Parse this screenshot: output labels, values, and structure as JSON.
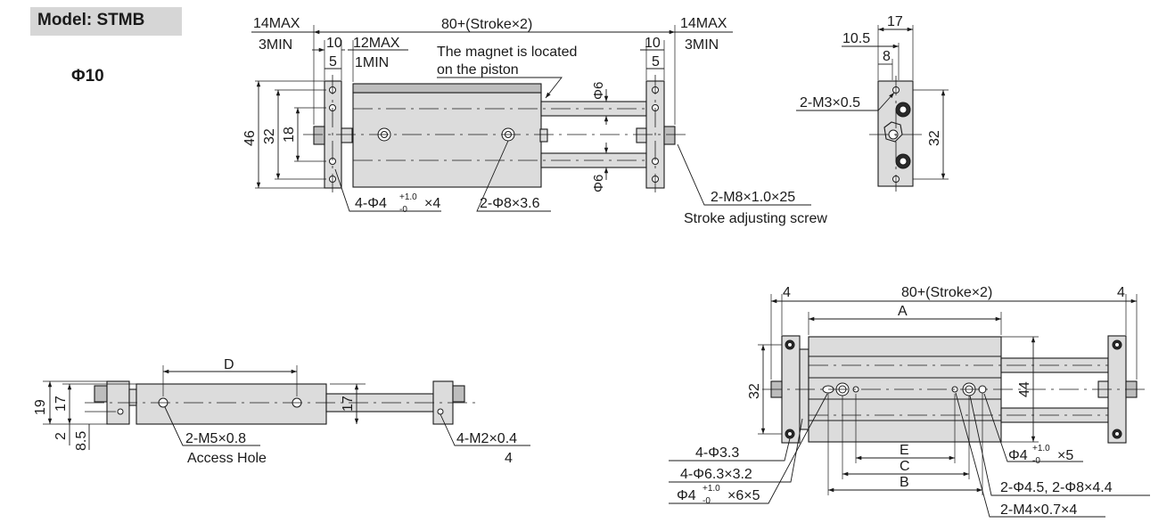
{
  "header": {
    "model_label": "Model: STMB",
    "size_label": "Φ10"
  },
  "top_view": {
    "dim_14max_left": "14MAX",
    "dim_3min_left": "3MIN",
    "dim_10_left": "10",
    "dim_5_left": "5",
    "dim_12max": "12MAX",
    "dim_1min": "1MIN",
    "dim_overall": "80+(Stroke×2)",
    "dim_14max_right": "14MAX",
    "dim_3min_right": "3MIN",
    "dim_10_right": "10",
    "dim_5_right": "5",
    "magnet_note_line1": "The magnet is located",
    "magnet_note_line2": "on the piston",
    "dim_rod_top": "Φ6",
    "dim_rod_bottom": "Φ6",
    "dim_46": "46",
    "dim_32": "32",
    "dim_18": "18",
    "callout_holes_a": "4-Φ4",
    "callout_holes_a_tol_plus": "+1.0",
    "callout_holes_a_tol_minus": "-0",
    "callout_holes_a_depth": "×4",
    "callout_holes_b": "2-Φ8×3.6",
    "callout_screw": "2-M8×1.0×25",
    "callout_screw_note": "Stroke adjusting screw"
  },
  "end_view": {
    "dim_17": "17",
    "dim_10_5": "10.5",
    "dim_8": "8",
    "callout_thread": "2-M3×0.5",
    "dim_32": "32"
  },
  "side_view": {
    "dim_D": "D",
    "dim_19": "19",
    "dim_17_left": "17",
    "dim_2": "2",
    "dim_8_5": "8.5",
    "dim_17_right": "17",
    "callout_access": "2-M5×0.8",
    "callout_access_note": "Access Hole",
    "callout_m2": "4-M2×0.4",
    "callout_m2_depth": "4"
  },
  "bottom_view": {
    "dim_4_left": "4",
    "dim_overall": "80+(Stroke×2)",
    "dim_4_right": "4",
    "dim_A": "A",
    "dim_32": "32",
    "dim_44": "44",
    "dim_E": "E",
    "dim_C": "C",
    "dim_B": "B",
    "callout_33": "4-Φ3.3",
    "callout_63": "4-Φ6.3×3.2",
    "callout_phi4": "Φ4",
    "callout_phi4_tol_plus": "+1.0",
    "callout_phi4_tol_minus": "-0",
    "callout_phi4_depth": "×6×5",
    "callout_right_phi4": "Φ4",
    "callout_right_phi4_tol_plus": "+1.0",
    "callout_right_phi4_tol_minus": "-0",
    "callout_right_phi4_depth": "×5",
    "callout_45": "2-Φ4.5, 2-Φ8×4.4",
    "callout_m4": "2-M4×0.7×4"
  }
}
